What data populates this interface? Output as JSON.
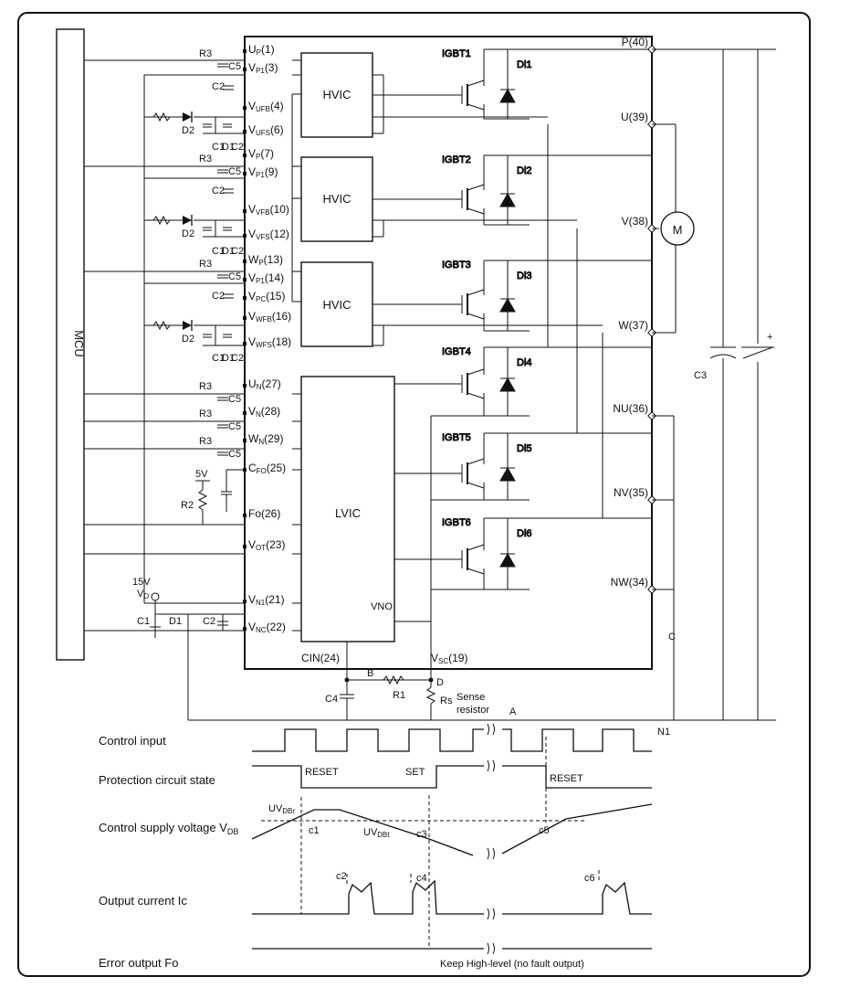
{
  "mcu_label": "MCU",
  "blocks": {
    "hvic_1": "HVIC",
    "hvic_2": "HVIC",
    "hvic_3": "HVIC",
    "lvic": "LVIC",
    "lvic_vno": "VNO",
    "motor": "M"
  },
  "left_pins": [
    {
      "main": "U",
      "sub": "P",
      "num": "(1)"
    },
    {
      "main": "V",
      "sub": "P1",
      "num": "(3)"
    },
    {
      "main": "V",
      "sub": "UFB",
      "num": "(4)"
    },
    {
      "main": "V",
      "sub": "UFS",
      "num": "(6)"
    },
    {
      "main": "V",
      "sub": "P",
      "num": "(7)"
    },
    {
      "main": "V",
      "sub": "P1",
      "num": "(9)"
    },
    {
      "main": "V",
      "sub": "VFB",
      "num": "(10)"
    },
    {
      "main": "V",
      "sub": "VFS",
      "num": "(12)"
    },
    {
      "main": "W",
      "sub": "P",
      "num": "(13)"
    },
    {
      "main": "V",
      "sub": "P1",
      "num": "(14)"
    },
    {
      "main": "V",
      "sub": "PC",
      "num": "(15)"
    },
    {
      "main": "V",
      "sub": "WFB",
      "num": "(16)"
    },
    {
      "main": "V",
      "sub": "WFS",
      "num": "(18)"
    },
    {
      "main": "U",
      "sub": "N",
      "num": "(27)"
    },
    {
      "main": "V",
      "sub": "N",
      "num": "(28)"
    },
    {
      "main": "W",
      "sub": "N",
      "num": "(29)"
    },
    {
      "main": "C",
      "sub": "FO",
      "num": "(25)"
    },
    {
      "main": "Fo",
      "sub": "",
      "num": "(26)"
    },
    {
      "main": "V",
      "sub": "OT",
      "num": "(23)"
    },
    {
      "main": "V",
      "sub": "N1",
      "num": "(21)"
    },
    {
      "main": "V",
      "sub": "NC",
      "num": "(22)"
    }
  ],
  "bottom_pins": {
    "cin": "CIN(24)",
    "vsc_main": "V",
    "vsc_sub": "SC",
    "vsc_num": "(19)"
  },
  "right_pins": [
    "P(40)",
    "U(39)",
    "V(38)",
    "W(37)",
    "NU(36)",
    "NV(35)",
    "NW(34)"
  ],
  "igbts": [
    "IGBT1",
    "IGBT2",
    "IGBT3",
    "IGBT4",
    "IGBT5",
    "IGBT6"
  ],
  "diodes": [
    "Di1",
    "Di2",
    "Di3",
    "Di4",
    "Di5",
    "Di6"
  ],
  "components": {
    "r3": "R3",
    "c5": "C5",
    "c2": "C2",
    "d2": "D2",
    "c1": "C1",
    "d1": "D1",
    "r2": "R2",
    "five_v": "5V",
    "fifteen_v": "15V",
    "vd_main": "V",
    "vd_sub": "D",
    "c1_label": "C1",
    "d1_label": "D1",
    "c2_label": "C2",
    "c3": "C3",
    "c4": "C4",
    "r1": "R1",
    "rs": "Rs",
    "sense": "Sense",
    "resistor": "resistor",
    "node_a": "A",
    "node_b": "B",
    "node_c": "C",
    "node_d": "D",
    "n1": "N1",
    "plus": "+"
  },
  "timing": {
    "control_input": "Control input",
    "protection_state": "Protection circuit state",
    "supply_voltage": "Control supply voltage V",
    "supply_voltage_sub": "DB",
    "output_current": "Output current Ic",
    "error_output": "Error output Fo",
    "reset_1": "RESET",
    "set": "SET",
    "reset_2": "RESET",
    "uv_dbr": "UV",
    "uv_dbr_sub": "DBr",
    "uv_dbt": "UV",
    "uv_dbt_sub": "DBt",
    "c1": "c1",
    "c2": "c2",
    "c3": "c3",
    "c4": "c4",
    "c5": "c5",
    "c6": "c6",
    "keep_high": "Keep High-level (no fault output)"
  }
}
